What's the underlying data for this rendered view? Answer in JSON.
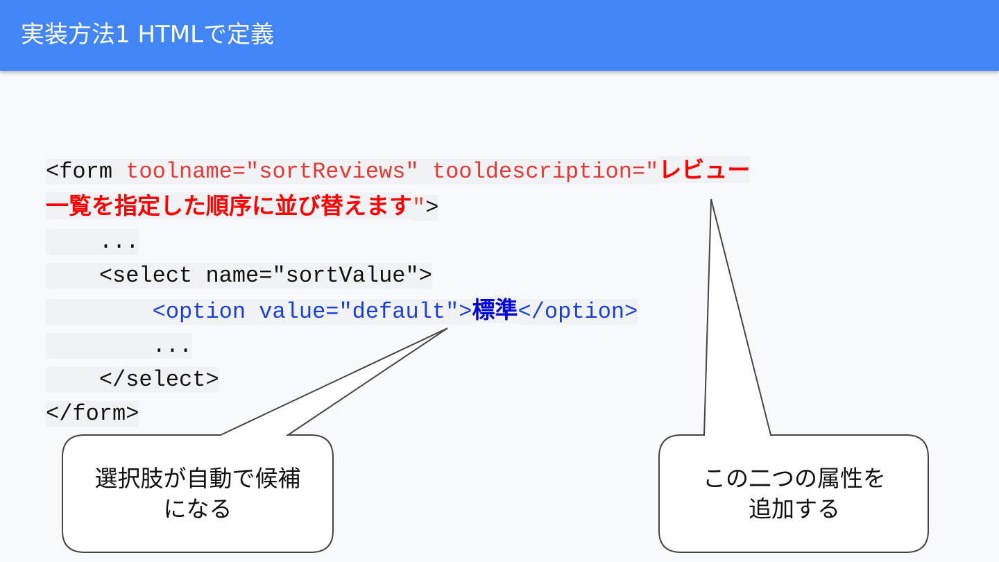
{
  "header": {
    "title": "実装方法1 HTMLで定義"
  },
  "code": {
    "line1": {
      "t1": "<form ",
      "t2": "toolname=\"sortReviews\" tooldescription=\"",
      "t3": "レビュー"
    },
    "line2": {
      "t1": "一覧を指定した順序に並び替えます",
      "t2": "\"",
      "t3": ">"
    },
    "line3": {
      "t1": "    ..."
    },
    "line4": {
      "t1": "    <select name=\"sortValue\">"
    },
    "line5": {
      "t1": "        <option value=\"default\">",
      "t2": "標準",
      "t3": "</option>"
    },
    "line6": {
      "t1": "        ..."
    },
    "line7": {
      "t1": "    </select>"
    },
    "line8": {
      "t1": "</form>"
    }
  },
  "callouts": {
    "left": {
      "line1": "選択肢が自動で候補",
      "line2": "になる"
    },
    "right": {
      "line1": "この二つの属性を",
      "line2": "追加する"
    }
  }
}
